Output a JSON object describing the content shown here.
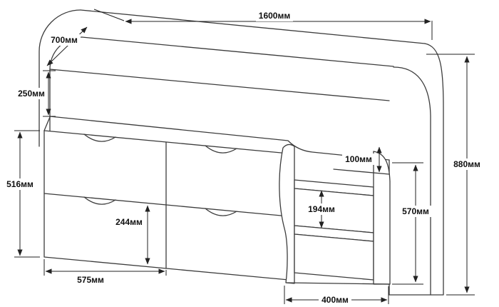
{
  "diagram": {
    "dimensions": {
      "length": "1600мм",
      "depth": "700мм",
      "rail_height": "250мм",
      "drawer_section_height": "516мм",
      "lower_drawer_height": "244мм",
      "drawer_width": "575мм",
      "step_gap": "100мм",
      "step_rise": "194мм",
      "ladder_height": "570мм",
      "total_height": "880мм",
      "ladder_depth": "400мм"
    }
  }
}
